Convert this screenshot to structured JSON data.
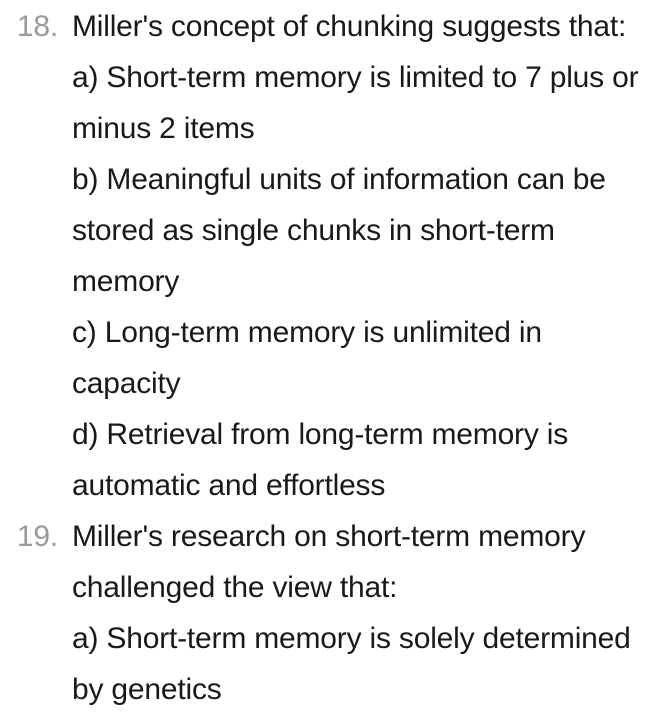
{
  "page": {
    "background_color": "#ffffff",
    "text_color": "#191919",
    "marker_color": "#9a9a9a"
  },
  "quiz_list": {
    "items": [
      {
        "number": "18.",
        "question": "Miller's concept of chunking suggests that:",
        "lines": [
          "Miller's concept of chunking suggests that:",
          "a) Short-term memory is limited to 7 plus or",
          "minus 2 items",
          "b) Meaningful units of information can be",
          "stored as single chunks in short-term",
          "memory",
          "c) Long-term memory is unlimited in",
          "capacity",
          "d) Retrieval from long-term memory is",
          "automatic and effortless"
        ]
      },
      {
        "number": "19.",
        "question": "Miller's research on short-term memory challenged the view that:",
        "lines": [
          "Miller's research on short-term memory",
          "challenged the view that:",
          "a) Short-term memory is solely determined",
          "by genetics"
        ]
      }
    ]
  }
}
